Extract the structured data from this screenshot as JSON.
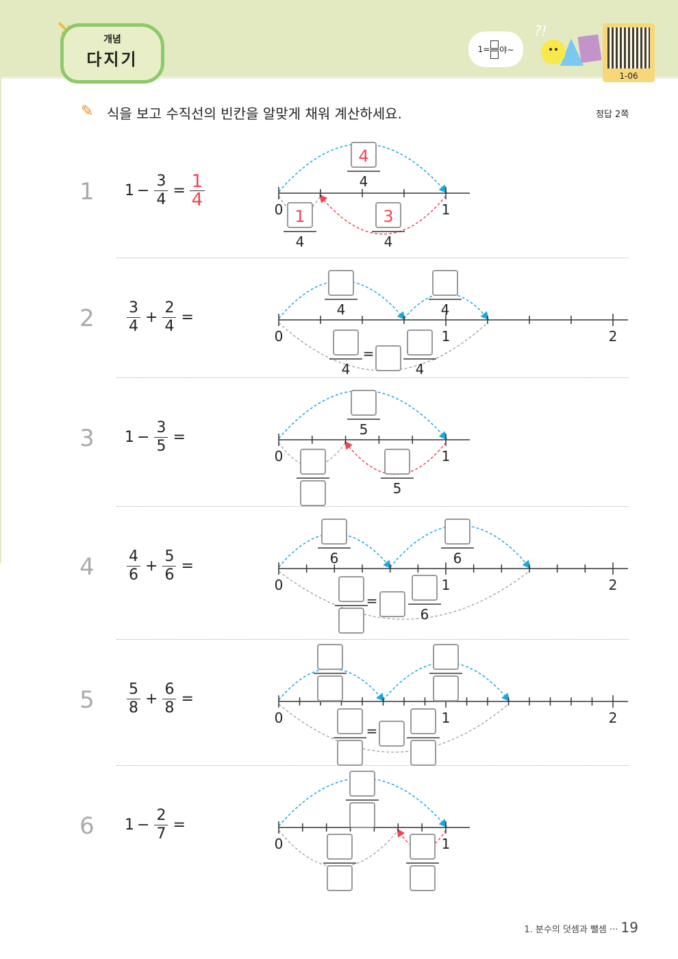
{
  "header": {
    "badge_small": "개념",
    "badge_big": "다지기",
    "bubble_pre": "1=",
    "bubble_post": "야~",
    "qr_code": "1-06",
    "chars_mark": "?!"
  },
  "instruction": "식을 보고 수직선의 빈칸을 알맞게 채워 계산하세요.",
  "answer_key": "정답 2쪽",
  "footer": {
    "chapter": "1. 분수의 덧셈과 뺄셈 ···",
    "page": "19"
  },
  "colors": {
    "header": "#e3e9c1",
    "blue": "#1ba8e0",
    "red": "#ef4456"
  },
  "problems": [
    {
      "num": "1",
      "expr": {
        "a": "1",
        "op": "−",
        "b": {
          "n": "3",
          "d": "4"
        },
        "eq": "=",
        "ans": {
          "n": "1",
          "d": "4"
        }
      },
      "line": {
        "labels": [
          "0",
          "1"
        ],
        "fracs": [
          {
            "num": "4",
            "den": "4"
          },
          {
            "num": "1",
            "den": "4"
          },
          {
            "num": "3",
            "den": "4"
          }
        ]
      }
    },
    {
      "num": "2",
      "expr": {
        "a": {
          "n": "3",
          "d": "4"
        },
        "op": "+",
        "b": {
          "n": "2",
          "d": "4"
        },
        "eq": "="
      },
      "line": {
        "labels": [
          "0",
          "1",
          "2"
        ],
        "fracs": [
          {
            "num": "",
            "den": "4"
          },
          {
            "num": "",
            "den": "4"
          },
          {
            "num": "",
            "den": "4"
          },
          {
            "eq": "="
          },
          {
            "box": ""
          },
          {
            "num": "",
            "den": "4"
          }
        ]
      }
    },
    {
      "num": "3",
      "expr": {
        "a": "1",
        "op": "−",
        "b": {
          "n": "3",
          "d": "5"
        },
        "eq": "="
      },
      "line": {
        "labels": [
          "0",
          "1"
        ],
        "fracs": [
          {
            "num": "",
            "den": "5"
          },
          {
            "num": "",
            "den": ""
          },
          {
            "num": "",
            "den": "5"
          }
        ]
      }
    },
    {
      "num": "4",
      "expr": {
        "a": {
          "n": "4",
          "d": "6"
        },
        "op": "+",
        "b": {
          "n": "5",
          "d": "6"
        },
        "eq": "="
      },
      "line": {
        "labels": [
          "0",
          "1",
          "2"
        ],
        "fracs": [
          {
            "num": "",
            "den": "6"
          },
          {
            "num": "",
            "den": "6"
          },
          {
            "num": "",
            "den": ""
          },
          {
            "eq": "="
          },
          {
            "box": ""
          },
          {
            "num": "",
            "den": "6"
          }
        ]
      }
    },
    {
      "num": "5",
      "expr": {
        "a": {
          "n": "5",
          "d": "8"
        },
        "op": "+",
        "b": {
          "n": "6",
          "d": "8"
        },
        "eq": "="
      },
      "line": {
        "labels": [
          "0",
          "1",
          "2"
        ],
        "fracs": [
          {
            "num": "",
            "den": ""
          },
          {
            "num": "",
            "den": ""
          },
          {
            "num": "",
            "den": ""
          },
          {
            "eq": "="
          },
          {
            "box": ""
          },
          {
            "num": "",
            "den": ""
          }
        ]
      }
    },
    {
      "num": "6",
      "expr": {
        "a": "1",
        "op": "−",
        "b": {
          "n": "2",
          "d": "7"
        },
        "eq": "="
      },
      "line": {
        "labels": [
          "0",
          "1"
        ],
        "fracs": [
          {
            "num": "",
            "den": ""
          },
          {
            "num": "",
            "den": ""
          },
          {
            "num": "",
            "den": ""
          }
        ]
      }
    }
  ]
}
